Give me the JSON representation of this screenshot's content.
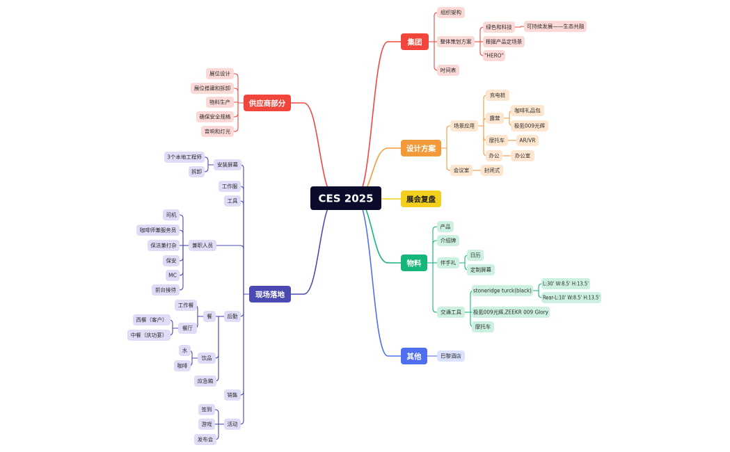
{
  "colors": {
    "center": "#0b0b2b",
    "red": "#f0463c",
    "orange": "#f29a3a",
    "yellow": "#f2cf1c",
    "green": "#14b67a",
    "blue": "#4f6ff0",
    "purple": "#4a49b2"
  },
  "center": {
    "label": "CES 2025"
  },
  "branches": {
    "jituan": {
      "label": "集团",
      "children": {
        "zuzhi": "组织架构",
        "cehua": "整体策划方案",
        "shijian": "时间表",
        "lvse": "绿色和科技",
        "kechixu": "可持续发展——生态共融",
        "genju": "根据产品定场景",
        "hero": "\"HERO\""
      }
    },
    "gongying": {
      "label": "供应商部分",
      "children": {
        "zhanwei": "展位设计",
        "dajian": "展位搭建和拆卸",
        "wuliao": "物料生产",
        "anquan": "确保安全规格",
        "yinxiang": "音响和灯光"
      }
    },
    "sheji": {
      "label": "设计方案",
      "children": {
        "changjing": "场景应用",
        "huiyi": "会议室",
        "fengbi": "封闭式",
        "chongdian": "充电桩",
        "luying": "露营",
        "kafeili": "咖啡礼品包",
        "jike": "极氪009光辉",
        "motuo": "摩托车",
        "arvr": "AR/VR",
        "bangong": "办公",
        "bangongshi": "办公室"
      }
    },
    "fupan": {
      "label": "展会复盘"
    },
    "wuliao": {
      "label": "物料",
      "children": {
        "chanpin": "产品",
        "jieshao": "介绍牌",
        "banshou": "伴手礼",
        "rili": "日历",
        "dingzhi": "定制屏幕",
        "jiaotong": "交通工具",
        "stoneridge": "stoneridge turck(black)",
        "dim1": "L:30' W:8.5' H:13.5'",
        "dim2": "Rear-L:10' W:8.5' H:13.5'",
        "zeekr": "极氪009光辉,ZEEKR 009 Glory",
        "motuo": "摩托车"
      }
    },
    "qita": {
      "label": "其他",
      "children": {
        "bali": "巴黎酒店"
      }
    },
    "xianchang": {
      "label": "现场落地",
      "children": {
        "pingmu": "安装屏幕",
        "gongcheng": "3个本地工程师",
        "chaixie": "拆卸",
        "gongzuofu": "工作服",
        "gongju": "工具",
        "jianzhi": "兼职人员",
        "siji": "司机",
        "kafei": "咖啡师兼服务员",
        "baojie": "保洁兼打杂",
        "baoan": "保安",
        "mc": "MC",
        "qiantai": "前台接待",
        "houqin": "后勤",
        "can": "餐",
        "gongzuocan": "工作餐",
        "canting": "餐厅",
        "xican": "西餐（客户）",
        "zhongcan": "中餐（庆功宴）",
        "yinpin": "饮品",
        "shui": "水",
        "kafeiyin": "咖啡",
        "jijiu": "应急箱",
        "xiaoshou": "销售",
        "huodong": "活动",
        "qiandao": "签到",
        "youxi": "游戏",
        "fabuhui": "发布会"
      }
    }
  }
}
